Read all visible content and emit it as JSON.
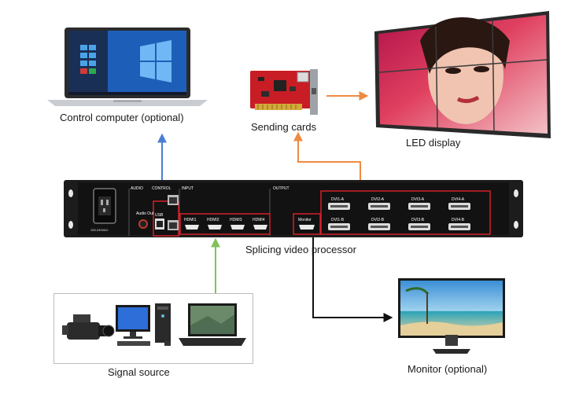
{
  "devices": {
    "control_computer": {
      "label": "Control computer (optional)"
    },
    "sending_cards": {
      "label": "Sending cards"
    },
    "led_display": {
      "label": "LED display"
    },
    "processor": {
      "label": "Splicing video processor",
      "sections": {
        "audio": "AUDIO",
        "control": "CONTROL",
        "input": "INPUT",
        "output": "OUTPUT"
      },
      "power_label": "100-240VAC",
      "audio_out": "Audio Out",
      "usb": "USB",
      "hdmi_inputs": [
        "HDMI1",
        "HDMI2",
        "HDMI3",
        "HDMI4"
      ],
      "monitor_port": "Monitor",
      "dvi_outputs": [
        "DVI1-A",
        "DVI2-A",
        "DVI3-A",
        "DVI4-A",
        "DVI1-B",
        "DVI2-B",
        "DVI3-B",
        "DVI4-B"
      ]
    },
    "signal_source": {
      "label": "Signal source"
    },
    "monitor": {
      "label": "Monitor (optional)"
    }
  },
  "colors": {
    "control_link": "#4a7fd0",
    "sending_link": "#ef8a42",
    "signal_link": "#82c15a",
    "monitor_link": "#111111",
    "highlight_box": "#d5202a"
  }
}
